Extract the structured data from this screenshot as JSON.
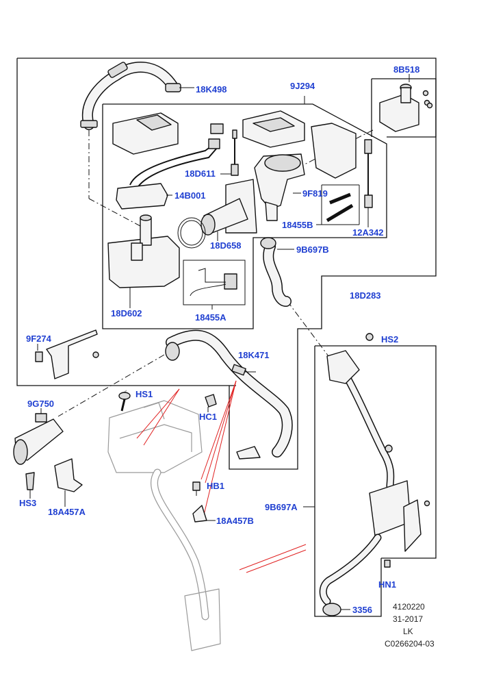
{
  "diagram": {
    "colors": {
      "label": "#1f3fd1",
      "line": "#111111",
      "indicator": "#e02020",
      "ghost_part": "#9a9a9a"
    },
    "part_labels": {
      "p18K498": "18K498",
      "p8B518": "8B518",
      "p9J294": "9J294",
      "p18D611": "18D611",
      "p14B001": "14B001",
      "p9F819": "9F819",
      "p18455B": "18455B",
      "p12A342": "12A342",
      "p18D658": "18D658",
      "p9B697B": "9B697B",
      "p18D283": "18D283",
      "p18D602": "18D602",
      "p18455A": "18455A",
      "p9F274": "9F274",
      "pHS2": "HS2",
      "p18K471": "18K471",
      "p9G750": "9G750",
      "pHS1": "HS1",
      "pHC1": "HC1",
      "pHB1": "HB1",
      "pHS3": "HS3",
      "p18A457A": "18A457A",
      "p18A457B": "18A457B",
      "p9B697A": "9B697A",
      "pHN1": "HN1",
      "p3356": "3356"
    },
    "footer": {
      "line1": "4120220",
      "line2": "31-2017",
      "line3": "LK",
      "line4": "C0266204-03"
    }
  }
}
